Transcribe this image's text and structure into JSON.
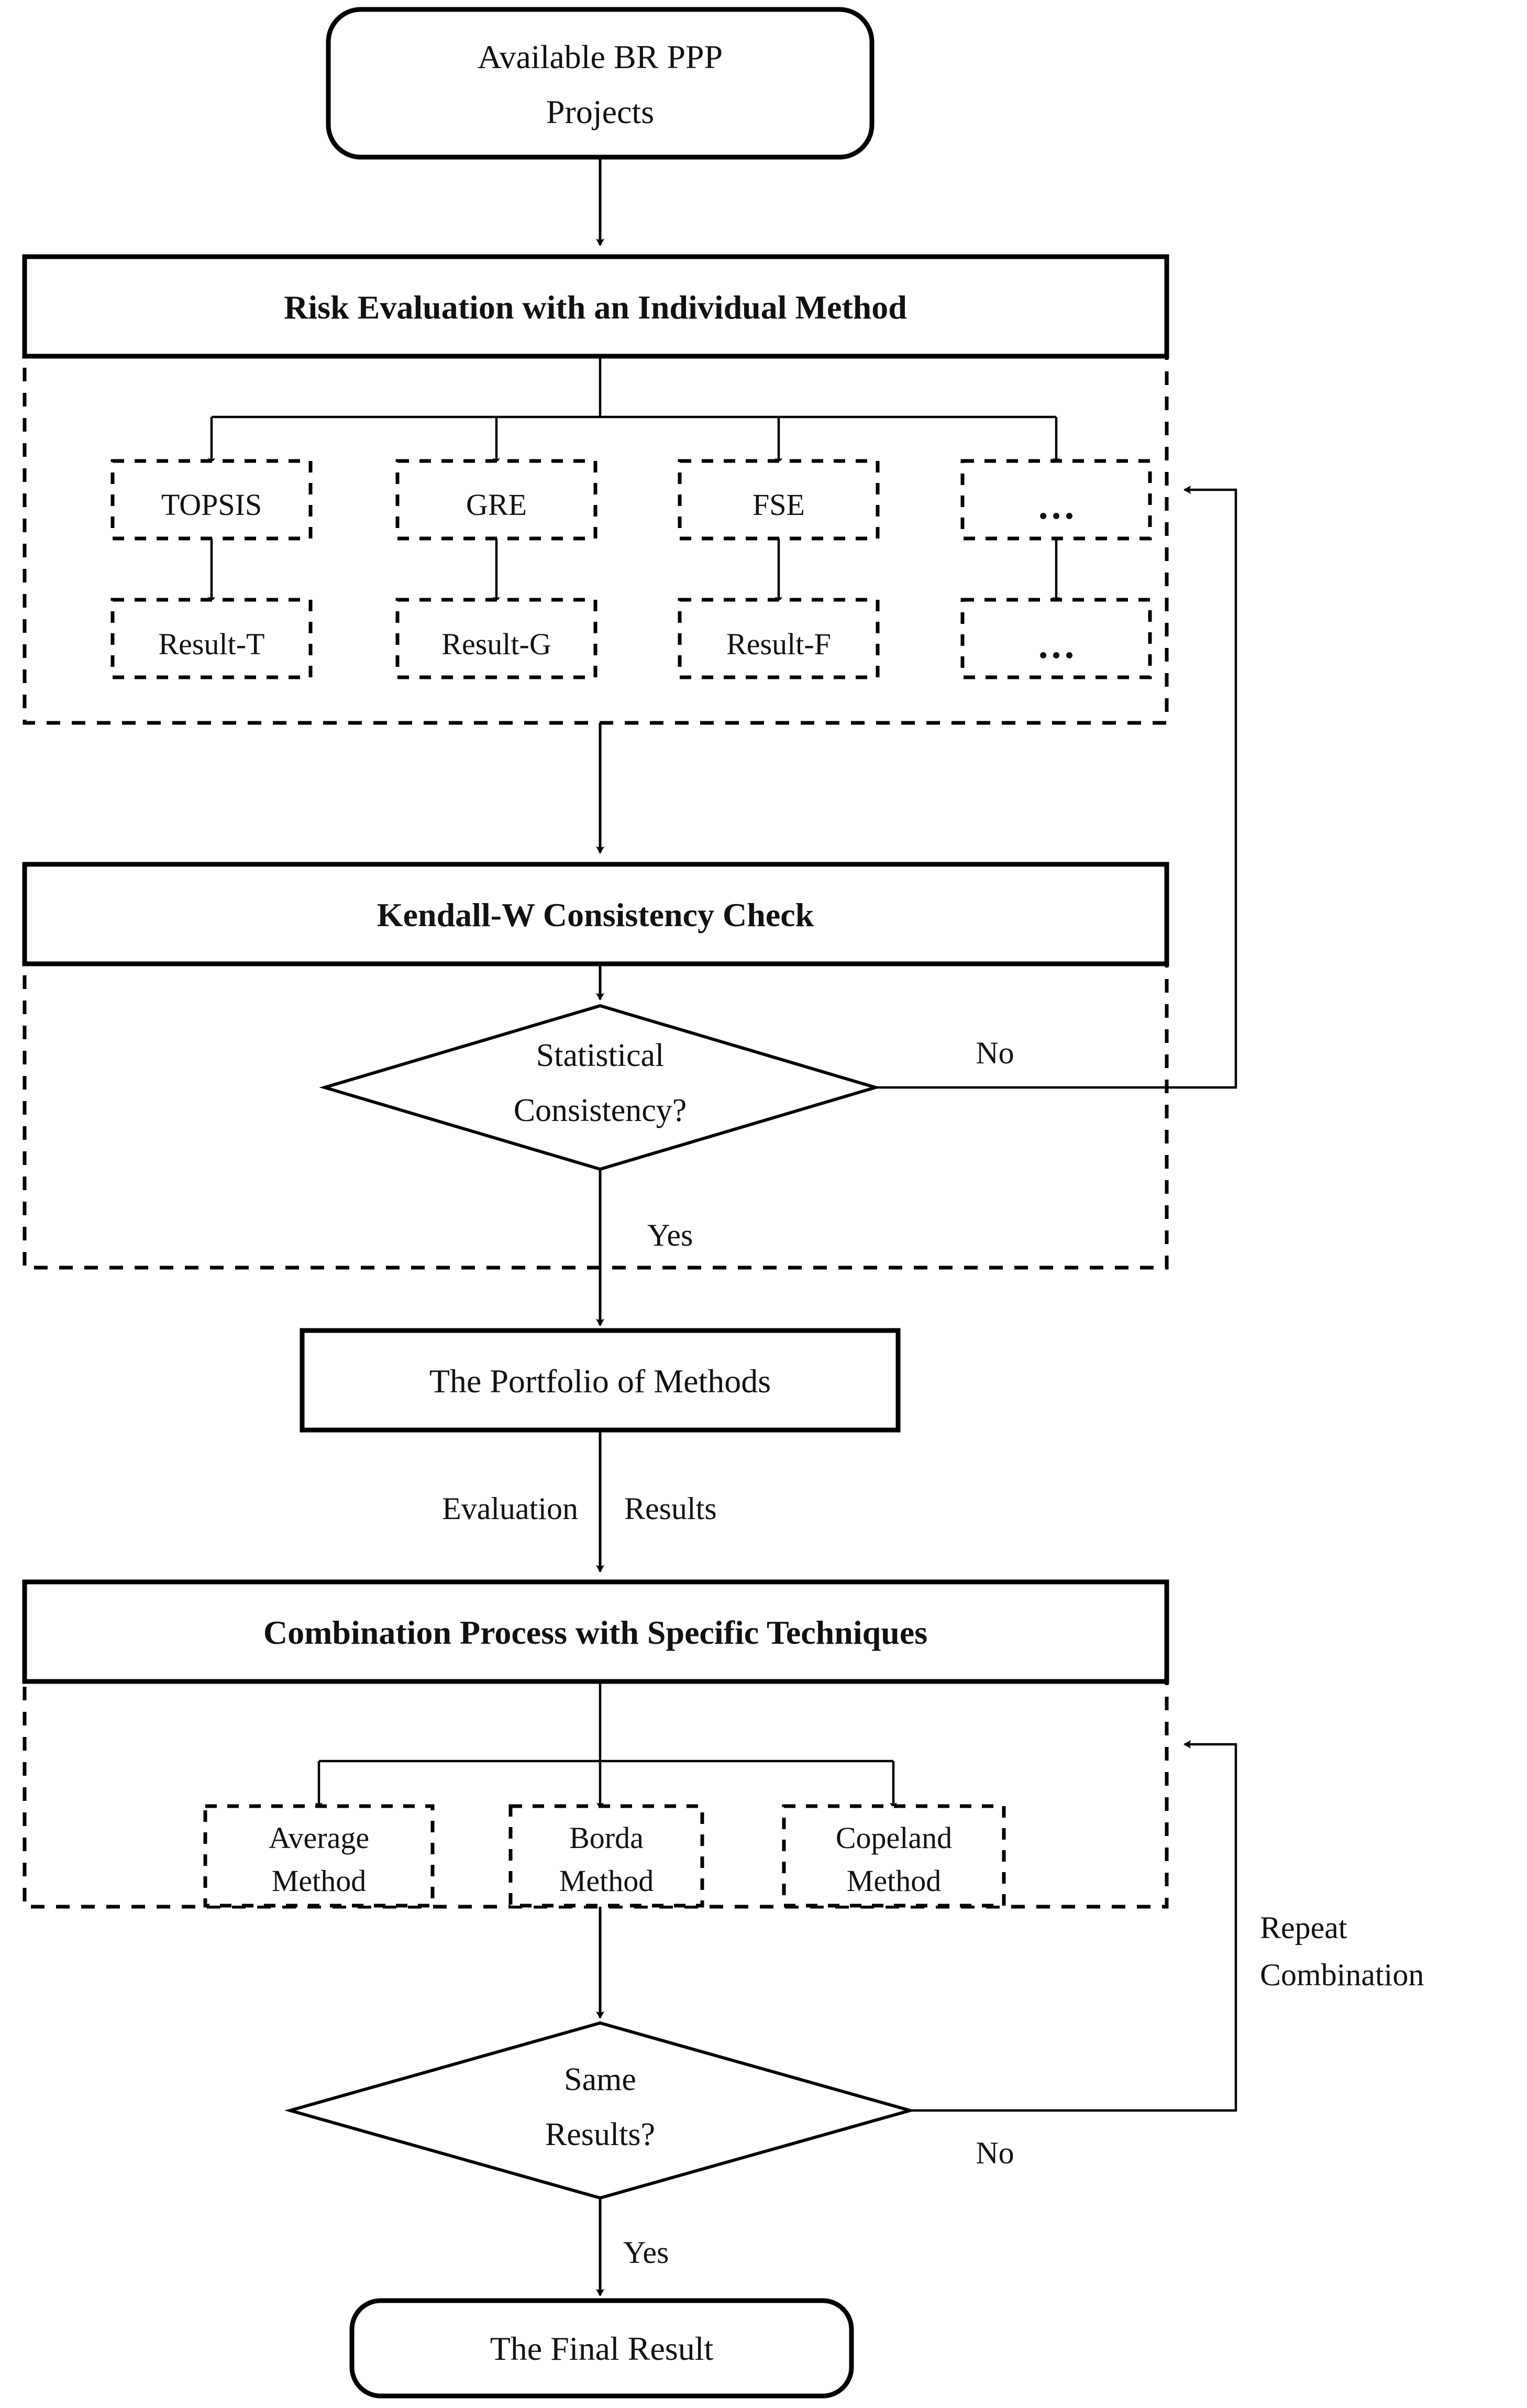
{
  "diagram": {
    "title_text": "Risk evaluation portfolio flowchart",
    "nodes": {
      "start": "Available BR PPP\nProjects",
      "start_line1": "Available BR PPP",
      "start_line2": "Projects",
      "individual_header": "Risk Evaluation with an Individual Method",
      "methods": [
        {
          "name": "TOPSIS",
          "result": "Result-T"
        },
        {
          "name": "GRE",
          "result": "Result-G"
        },
        {
          "name": "FSE",
          "result": "Result-F"
        },
        {
          "name": "…",
          "result": "…"
        }
      ],
      "kendall_header": "Kendall-W Consistency Check",
      "decision1_line1": "Statistical",
      "decision1_line2": "Consistency?",
      "portfolio": "The Portfolio of Methods",
      "combination_header": "Combination Process with  Specific Techniques",
      "techniques": [
        {
          "line1": "Average",
          "line2": "Method"
        },
        {
          "line1": "Borda",
          "line2": "Method"
        },
        {
          "line1": "Copeland",
          "line2": "Method"
        }
      ],
      "decision2_line1": "Same",
      "decision2_line2": "Results?",
      "final": "The Final Result"
    },
    "edge_labels": {
      "no_upper": "No",
      "yes_upper": "Yes",
      "evaluation": "Evaluation",
      "results": "Results",
      "no_lower": "No",
      "yes_lower": "Yes",
      "repeat_line1": "Repeat",
      "repeat_line2": "Combination"
    },
    "colors": {
      "stroke": "#000000",
      "fill": "#ffffff",
      "text": "#111111"
    }
  }
}
